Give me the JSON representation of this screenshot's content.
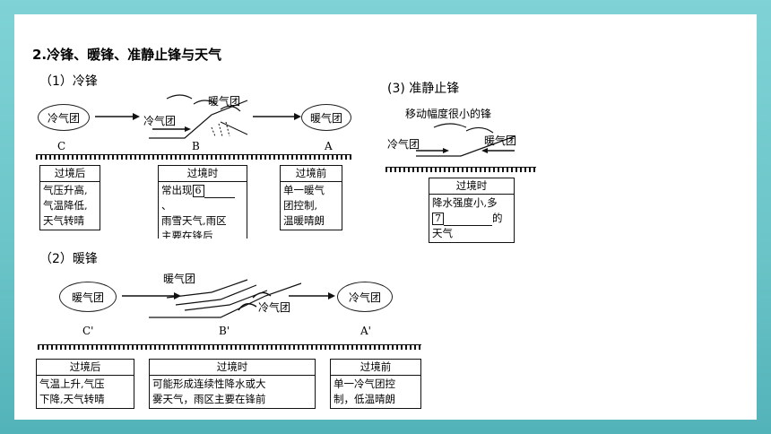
{
  "title": "2.冷锋、暖锋、准静止锋与天气",
  "cold_front": {
    "heading": "（1）冷锋",
    "cold_mass_left": "冷气团",
    "cold_mass_mid": "冷气团",
    "warm_mass_mid": "暖气团",
    "warm_mass_right": "暖气团",
    "pos_c": "C",
    "pos_b": "B",
    "pos_a": "A",
    "after": {
      "head": "过境后",
      "lines": [
        "气压升高,",
        "气温降低,",
        "天气转晴"
      ]
    },
    "during": {
      "head": "过境时",
      "line1_pre": "常出现",
      "num": "6",
      "line1_post": "、",
      "lines": [
        "雨雪天气,雨区",
        "主要在锋后"
      ]
    },
    "before": {
      "head": "过境前",
      "lines": [
        "单一暖气",
        "团控制,",
        "温暖晴朗"
      ]
    }
  },
  "stationary_front": {
    "heading": "(3) 准静止锋",
    "caption": "移动幅度很小的锋",
    "cold_mass": "冷气团",
    "warm_mass": "暖气团",
    "during": {
      "head": "过境时",
      "line1": "降水强度小,多",
      "num": "7",
      "line2_post": "的",
      "line3": "天气"
    }
  },
  "warm_front": {
    "heading": "（2）暖锋",
    "warm_mass_left": "暖气团",
    "warm_mass_mid": "暖气团",
    "cold_mass_mid": "冷气团",
    "cold_mass_right": "冷气团",
    "pos_c": "C'",
    "pos_b": "B'",
    "pos_a": "A'",
    "after": {
      "head": "过境后",
      "lines": [
        "气温上升,气压",
        "下降,天气转晴"
      ]
    },
    "during": {
      "head": "过境时",
      "lines": [
        "可能形成连续性降水或大",
        "雾天气，雨区主要在锋前"
      ]
    },
    "before": {
      "head": "过境前",
      "lines": [
        "单一冷气团控",
        "制，低温晴朗"
      ]
    }
  }
}
